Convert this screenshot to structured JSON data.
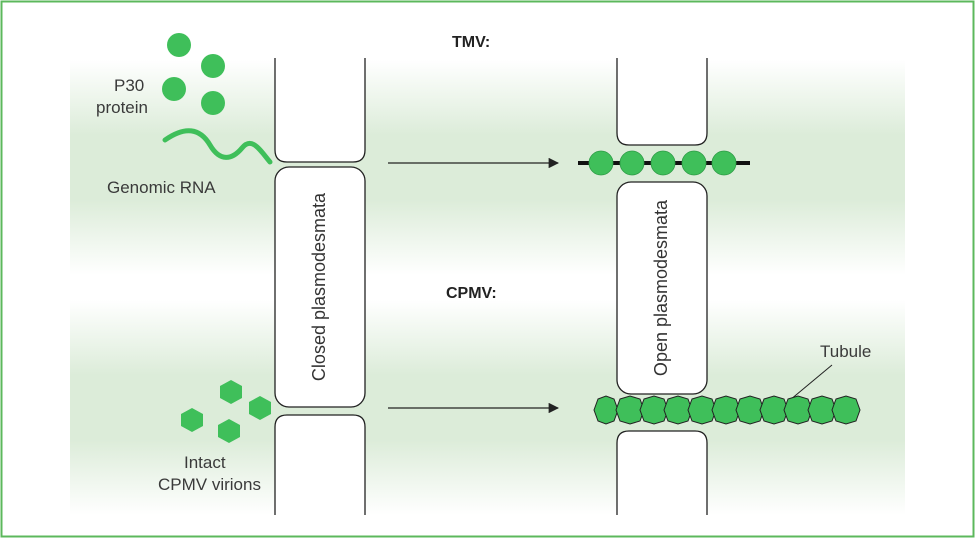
{
  "figure": {
    "tmv_header": "TMV:",
    "cpmv_header": "CPMV:",
    "p30_label_line1": "P30",
    "p30_label_line2": "protein",
    "genomic_rna_label": "Genomic RNA",
    "closed_label": "Closed plasmodesmata",
    "open_label": "Open plasmodesmata",
    "tubule_label": "Tubule",
    "virions_label_line1": "Intact",
    "virions_label_line2": "CPMV virions"
  },
  "colors": {
    "border": "#5cb85c",
    "protein_green": "#3fbf5a",
    "band_green": "#d6ebd3",
    "outline": "#222222"
  }
}
